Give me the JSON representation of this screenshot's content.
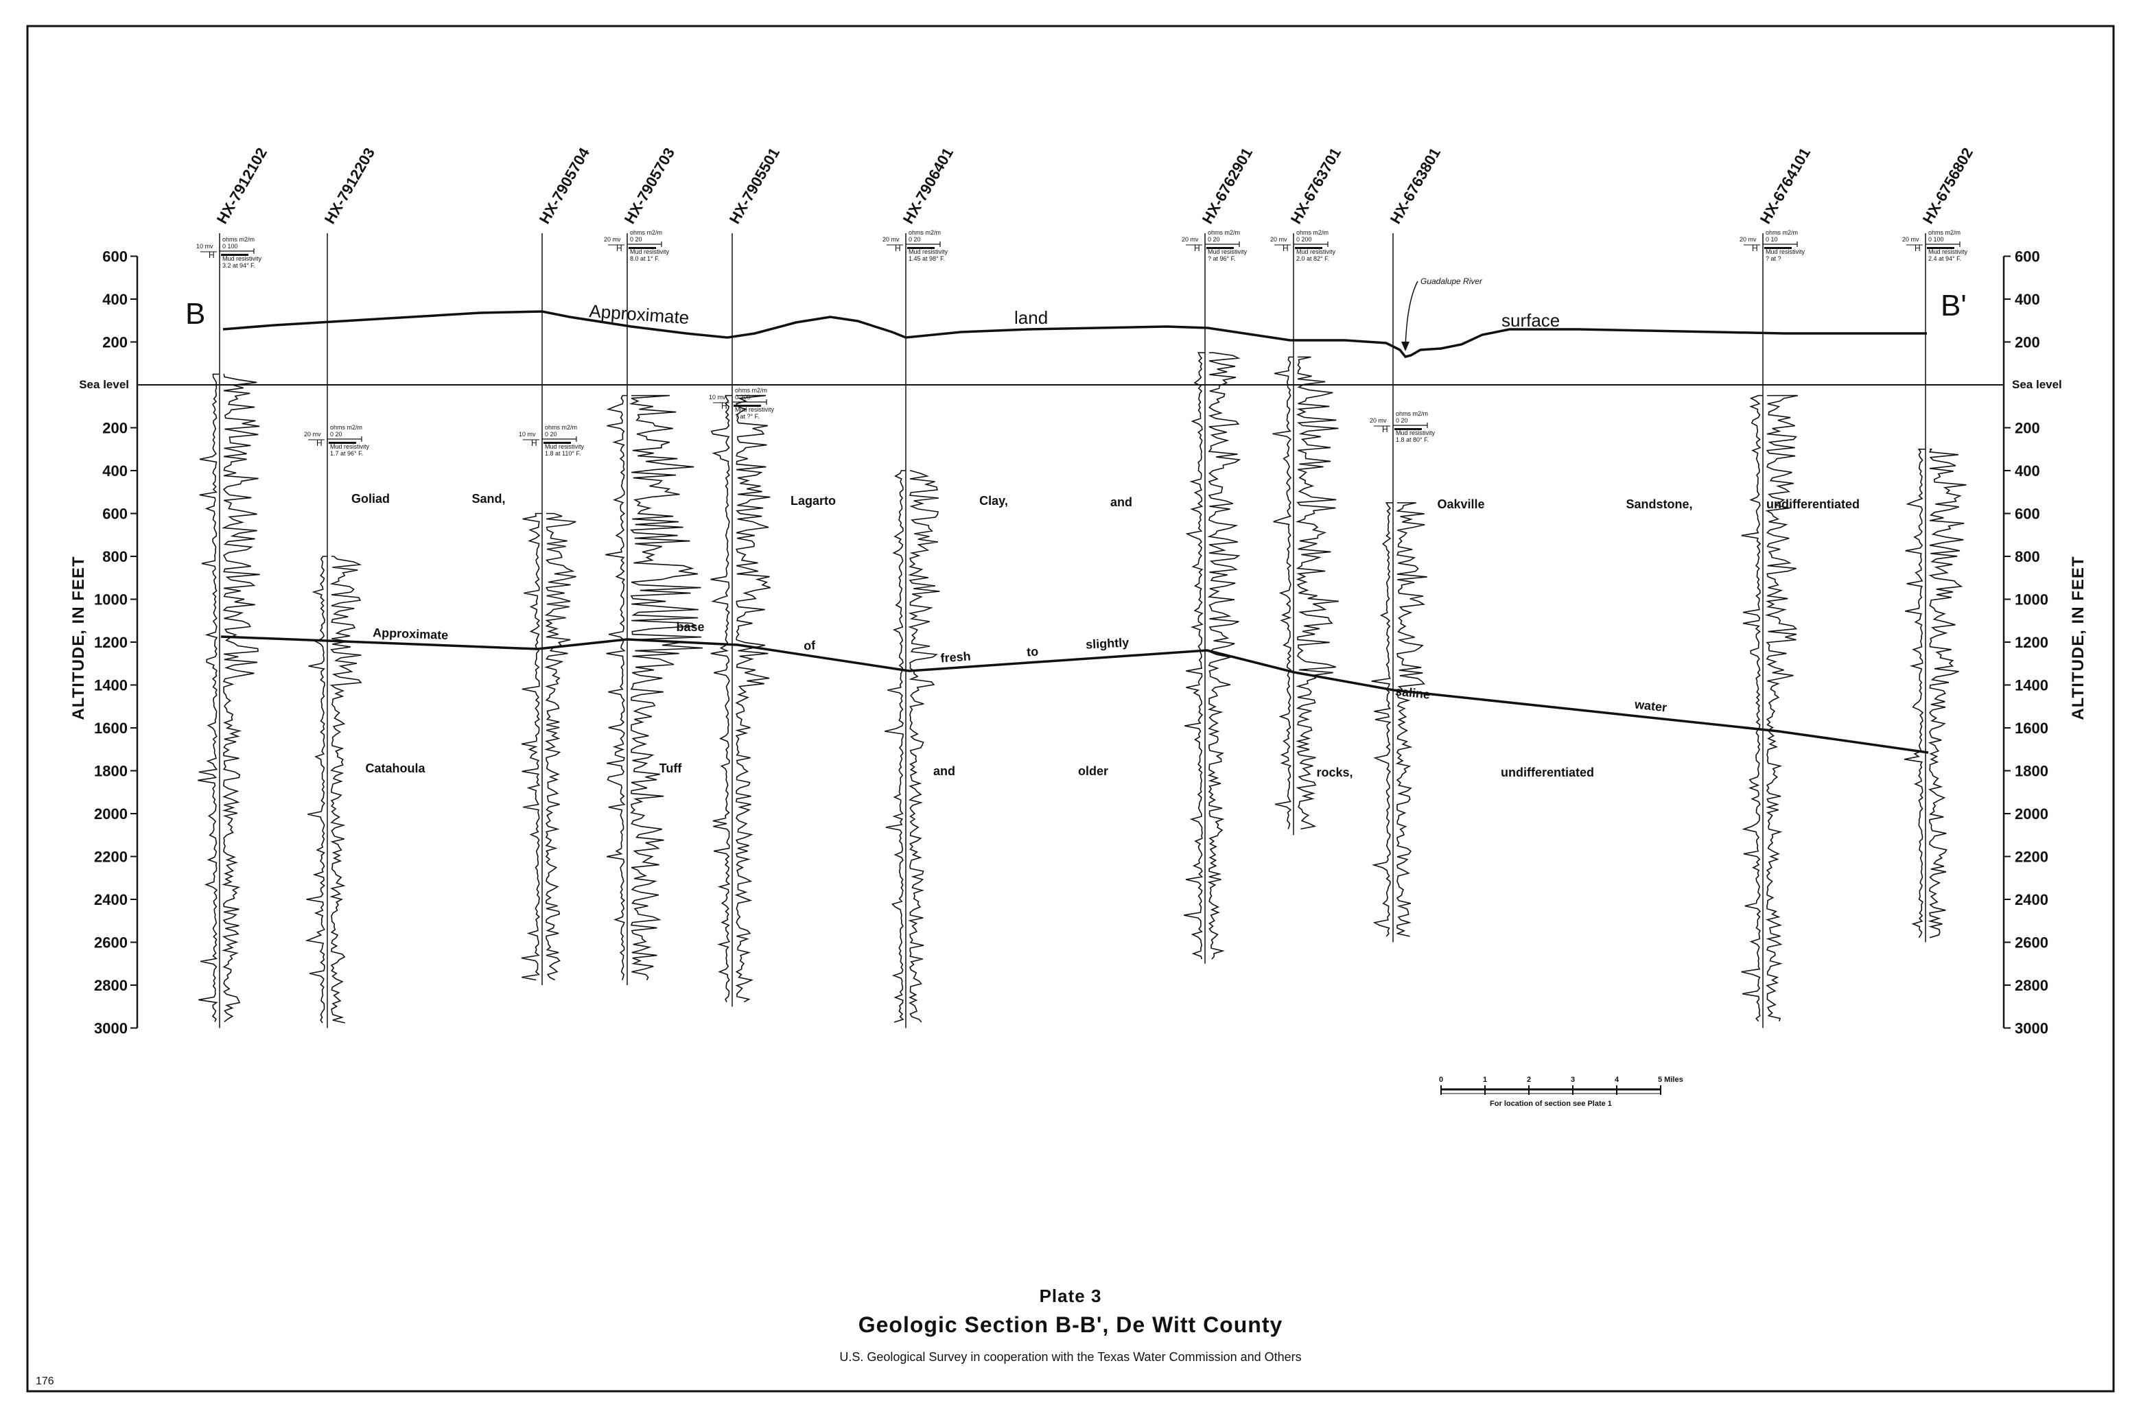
{
  "section": {
    "end_left": "B",
    "end_right": "B'",
    "y_axis_title": "ALTITUDE, IN FEET",
    "sea_level_label": "Sea level",
    "altitude_ticks": [
      600,
      400,
      200,
      200,
      400,
      600,
      800,
      1000,
      1200,
      1400,
      1600,
      1800,
      2000,
      2200,
      2400,
      2600,
      2800,
      3000
    ],
    "altitude_values": [
      600,
      400,
      200,
      -200,
      -400,
      -600,
      -800,
      -1000,
      -1200,
      -1400,
      -1600,
      -1800,
      -2000,
      -2200,
      -2400,
      -2600,
      -2800,
      -3000
    ],
    "land_surface_words": [
      "Approximate",
      "land",
      "surface"
    ],
    "river_label": "Guadalupe River",
    "upper_unit_words": [
      "Goliad",
      "Sand,",
      "Lagarto",
      "Clay,",
      "and",
      "Oakville",
      "Sandstone,",
      "undifferentiated"
    ],
    "lower_unit_words": [
      "Catahoula",
      "Tuff",
      "and",
      "older",
      "rocks,",
      "undifferentiated"
    ],
    "boundary_words": [
      "Approximate",
      "base",
      "of",
      "fresh",
      "to",
      "slightly",
      "saline",
      "water"
    ]
  },
  "wells": [
    {
      "id": "HX-7912102",
      "resistivity": {
        "left": "10 mv",
        "scale": "0 100",
        "mud": "3.2 at 94° F."
      }
    },
    {
      "id": "HX-7912203",
      "resistivity": {
        "left": "20 mv",
        "scale": "0 20",
        "mud": "1.7 at 96° F."
      }
    },
    {
      "id": "HX-7905704",
      "resistivity": {
        "left": "10 mv",
        "scale": "0 20",
        "mud": "1.8 at 110° F."
      }
    },
    {
      "id": "HX-7905703",
      "resistivity": {
        "left": "20 mv",
        "scale": "0 20",
        "mud": "8.0 at 1° F."
      }
    },
    {
      "id": "HX-7905501",
      "resistivity": {
        "left": "10 mv",
        "scale": "0 200",
        "mud": "? at ?° F."
      }
    },
    {
      "id": "HX-7906401",
      "resistivity": {
        "left": "20 mv",
        "scale": "0 20",
        "mud": "1.45 at 98° F."
      }
    },
    {
      "id": "HX-6762901",
      "resistivity": {
        "left": "20 mv",
        "scale": "0 20",
        "mud": "? at 96° F."
      }
    },
    {
      "id": "HX-6763701",
      "resistivity": {
        "left": "20 mv",
        "scale": "0 200",
        "mud": "2.0 at 82° F."
      }
    },
    {
      "id": "HX-6763801",
      "resistivity": {
        "left": "20 mv",
        "scale": "0 20",
        "mud": "1.8 at 80° F."
      }
    },
    {
      "id": "HX-6764101",
      "resistivity": {
        "left": "20 mv",
        "scale": "0 10",
        "mud": "? at ?"
      }
    },
    {
      "id": "HX-6756802",
      "resistivity": {
        "left": "20 mv",
        "scale": "0 100",
        "mud": "2.4 at 94° F."
      }
    }
  ],
  "resistivity_labels": {
    "units": "ohms m2/m",
    "mud": "Mud resistivity"
  },
  "scale_bar": {
    "ticks": [
      "0",
      "1",
      "2",
      "3",
      "4",
      "5 Miles"
    ],
    "note": "For location of section see Plate 1"
  },
  "title": {
    "plate": "Plate 3",
    "main": "Geologic Section B-B', De Witt County",
    "credit": "U.S. Geological Survey in cooperation with the Texas Water Commission and Others"
  },
  "page_number": "176",
  "colors": {
    "ink": "#111111",
    "paper": "#ffffff"
  }
}
